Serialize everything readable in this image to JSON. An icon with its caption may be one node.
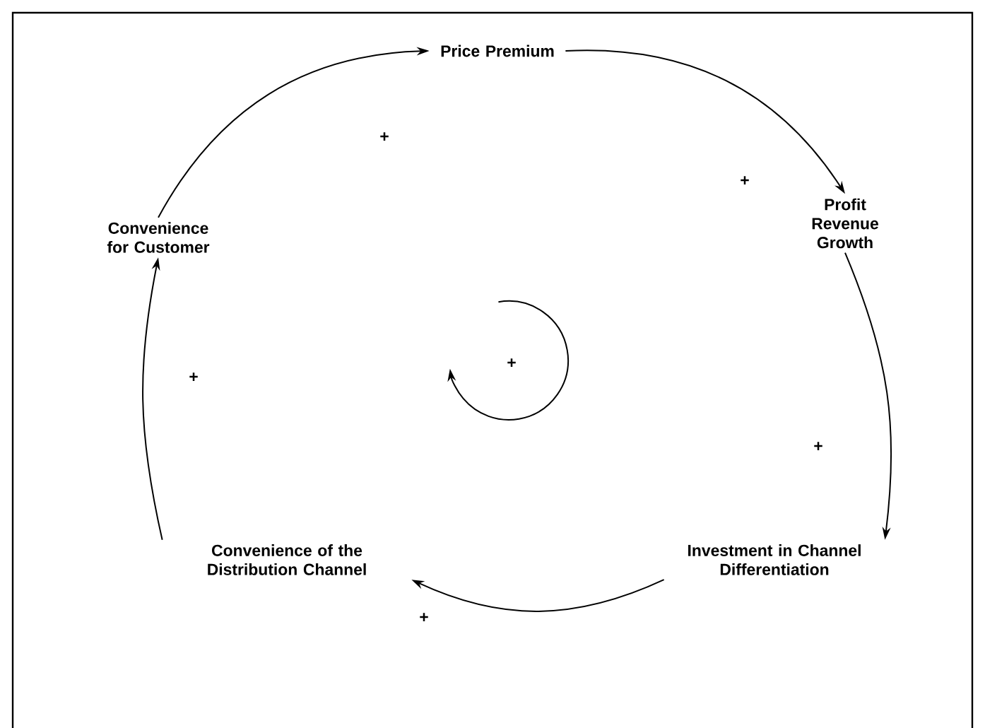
{
  "diagram": {
    "nodes": [
      {
        "text": [
          "Price Premium"
        ]
      },
      {
        "text": [
          "Profit Revenue Growth"
        ]
      },
      {
        "text": [
          "Investment in Channel Differentiation"
        ]
      },
      {
        "text": [
          "Convenience of the Distribution Channel"
        ]
      },
      {
        "text": [
          "Convenience for Customer"
        ]
      }
    ],
    "edges": [
      {
        "from": 4,
        "to": 0,
        "arrow": "to",
        "label": "+"
      },
      {
        "from": 0,
        "to": 1,
        "arrow": "to",
        "label": "+"
      },
      {
        "from": 1,
        "to": 2,
        "arrow": "to",
        "label": "+"
      },
      {
        "from": 2,
        "to": 3,
        "arrow": "to",
        "label": "+"
      },
      {
        "from": 3,
        "to": 4,
        "arrow": "to",
        "label": "+"
      }
    ],
    "labels": [
      "+"
    ]
  }
}
